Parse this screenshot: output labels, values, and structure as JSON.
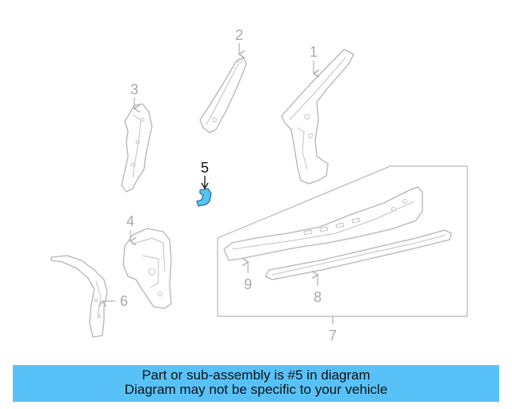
{
  "callouts": {
    "c1": "1",
    "c2": "2",
    "c3": "3",
    "c4": "4",
    "c5": "5",
    "c6": "6",
    "c7": "7",
    "c8": "8",
    "c9": "9"
  },
  "banner": {
    "line1": "Part or sub-assembly is #5 in diagram",
    "line2": "Diagram may not be specific to your vehicle"
  },
  "colors": {
    "highlight_part": "#58c2f8",
    "banner_bg": "#58c2f8",
    "part_outline": "#b4b4b4"
  }
}
